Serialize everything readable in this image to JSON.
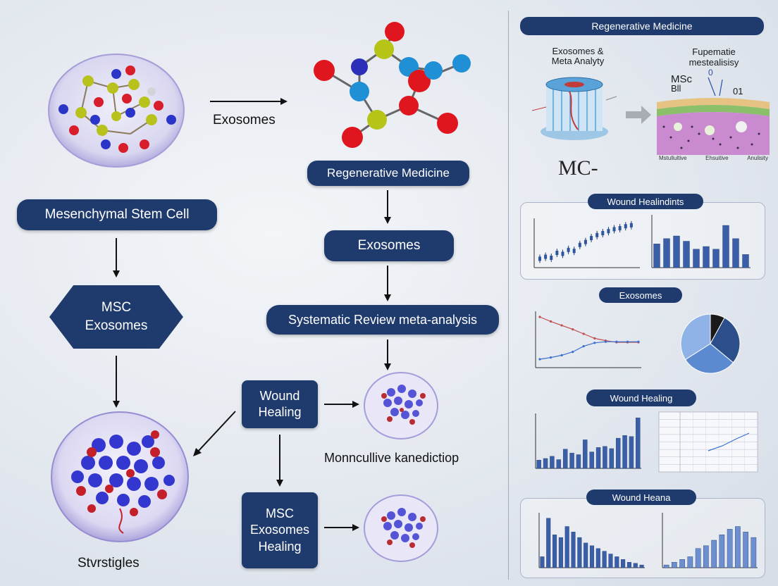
{
  "left": {
    "exosomes_arrow_label": "Exosomes",
    "mesenchymal_label": "Mesenchymal Stem Cell",
    "msc_exosomes_label": "MSC Exosomes",
    "strategies_label": "Stvrstigles"
  },
  "middle": {
    "regen_label": "Regenerative Medicine",
    "exosomes_label": "Exosomes",
    "systematic_label": "Systematic Review meta-analysis",
    "wound_healing_label": "Wound Healing",
    "monocular_label": "Monncullive kanedictiop",
    "msc_healing_label": "MSC Exosomes Healing"
  },
  "right": {
    "header": "Regenerative Medicine",
    "exo_meta_title": "Exosomes & Meta Analyty",
    "fup_title": "Fupematie mestealisisy",
    "msc_label": "MSc",
    "bll_label": "Bll",
    "marker_0": "0",
    "marker_01": "01",
    "mc_logo": "MC-",
    "bottom_labels": [
      "Mstullultive",
      "Ehsuitive",
      "Anulisity"
    ],
    "wound_panel_title": "Wound Healindints",
    "exosomes_panel_title": "Exosomes",
    "wound_panel2_title": "Wound Healing",
    "wound_panel3_title": "Wound Heana"
  },
  "chart_data": [
    {
      "type": "scatter",
      "title": "",
      "y": [
        0.18,
        0.22,
        0.2,
        0.3,
        0.28,
        0.36,
        0.34,
        0.46,
        0.52,
        0.6,
        0.66,
        0.7,
        0.74,
        0.78,
        0.8,
        0.84,
        0.86
      ]
    },
    {
      "type": "bar",
      "values": [
        0.45,
        0.55,
        0.6,
        0.5,
        0.35,
        0.4,
        0.35,
        0.8,
        0.55,
        0.25
      ]
    },
    {
      "type": "line",
      "series": [
        {
          "values": [
            0.9,
            0.82,
            0.75,
            0.68,
            0.6,
            0.52,
            0.48,
            0.45,
            0.45,
            0.45
          ]
        },
        {
          "values": [
            0.15,
            0.18,
            0.22,
            0.28,
            0.38,
            0.44,
            0.46,
            0.46,
            0.46,
            0.46
          ]
        }
      ]
    },
    {
      "type": "pie",
      "values": [
        8,
        28,
        30,
        34
      ]
    },
    {
      "type": "bar",
      "values": [
        0.15,
        0.18,
        0.22,
        0.16,
        0.35,
        0.28,
        0.25,
        0.52,
        0.3,
        0.38,
        0.4,
        0.36,
        0.55,
        0.6,
        0.58,
        0.92
      ]
    },
    {
      "type": "bar",
      "values": [
        0.2,
        0.9,
        0.6,
        0.55,
        0.75,
        0.65,
        0.55,
        0.45,
        0.4,
        0.35,
        0.3,
        0.25,
        0.2,
        0.15,
        0.1,
        0.08,
        0.05
      ]
    },
    {
      "type": "bar",
      "values": [
        0.05,
        0.1,
        0.15,
        0.2,
        0.35,
        0.4,
        0.5,
        0.6,
        0.7,
        0.75,
        0.65,
        0.55
      ]
    }
  ]
}
